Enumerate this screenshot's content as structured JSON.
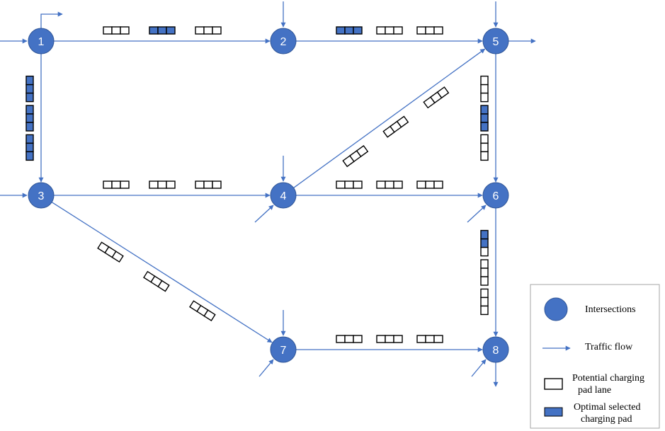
{
  "colors": {
    "edge": "#4472c4",
    "node_fill": "#4472c4",
    "node_stroke": "#2f5597",
    "pad_selected": "#4472c4",
    "pad_empty": "#ffffff",
    "pad_stroke": "#000000"
  },
  "nodes": [
    {
      "id": "1",
      "label": "1"
    },
    {
      "id": "2",
      "label": "2"
    },
    {
      "id": "3",
      "label": "3"
    },
    {
      "id": "4",
      "label": "4"
    },
    {
      "id": "5",
      "label": "5"
    },
    {
      "id": "6",
      "label": "6"
    },
    {
      "id": "7",
      "label": "7"
    },
    {
      "id": "8",
      "label": "8"
    }
  ],
  "edges": [
    {
      "from": "1",
      "to": "2",
      "pads": [
        [
          0,
          0,
          0
        ],
        [
          1,
          1,
          1
        ],
        [
          0,
          0,
          0
        ]
      ]
    },
    {
      "from": "2",
      "to": "5",
      "pads": [
        [
          1,
          1,
          1
        ],
        [
          0,
          0,
          0
        ],
        [
          0,
          0,
          0
        ]
      ]
    },
    {
      "from": "1",
      "to": "3",
      "pads": [
        [
          1,
          1,
          1
        ],
        [
          1,
          1,
          1
        ],
        [
          1,
          1,
          1
        ]
      ]
    },
    {
      "from": "3",
      "to": "4",
      "pads": [
        [
          0,
          0,
          0
        ],
        [
          0,
          0,
          0
        ],
        [
          0,
          0,
          0
        ]
      ]
    },
    {
      "from": "4",
      "to": "6",
      "pads": [
        [
          0,
          0,
          0
        ],
        [
          0,
          0,
          0
        ],
        [
          0,
          0,
          0
        ]
      ]
    },
    {
      "from": "4",
      "to": "5",
      "pads": [
        [
          0,
          0,
          0
        ],
        [
          0,
          0,
          0
        ],
        [
          0,
          0,
          0
        ]
      ]
    },
    {
      "from": "5",
      "to": "6",
      "pads": [
        [
          0,
          0,
          0
        ],
        [
          1,
          1,
          1
        ],
        [
          0,
          0,
          0
        ]
      ]
    },
    {
      "from": "6",
      "to": "8",
      "pads": [
        [
          1,
          1,
          0
        ],
        [
          0,
          0,
          0
        ],
        [
          0,
          0,
          0
        ]
      ]
    },
    {
      "from": "3",
      "to": "7",
      "pads": [
        [
          0,
          0,
          0
        ],
        [
          0,
          0,
          0
        ],
        [
          0,
          0,
          0
        ]
      ]
    },
    {
      "from": "7",
      "to": "8",
      "pads": [
        [
          0,
          0,
          0
        ],
        [
          0,
          0,
          0
        ],
        [
          0,
          0,
          0
        ]
      ]
    }
  ],
  "legend": {
    "intersections": "Intersections",
    "traffic_flow": "Traffic flow",
    "potential_line1": "Potential charging",
    "potential_line2": "pad lane",
    "optimal_line1": "Optimal selected",
    "optimal_line2": "charging pad"
  }
}
